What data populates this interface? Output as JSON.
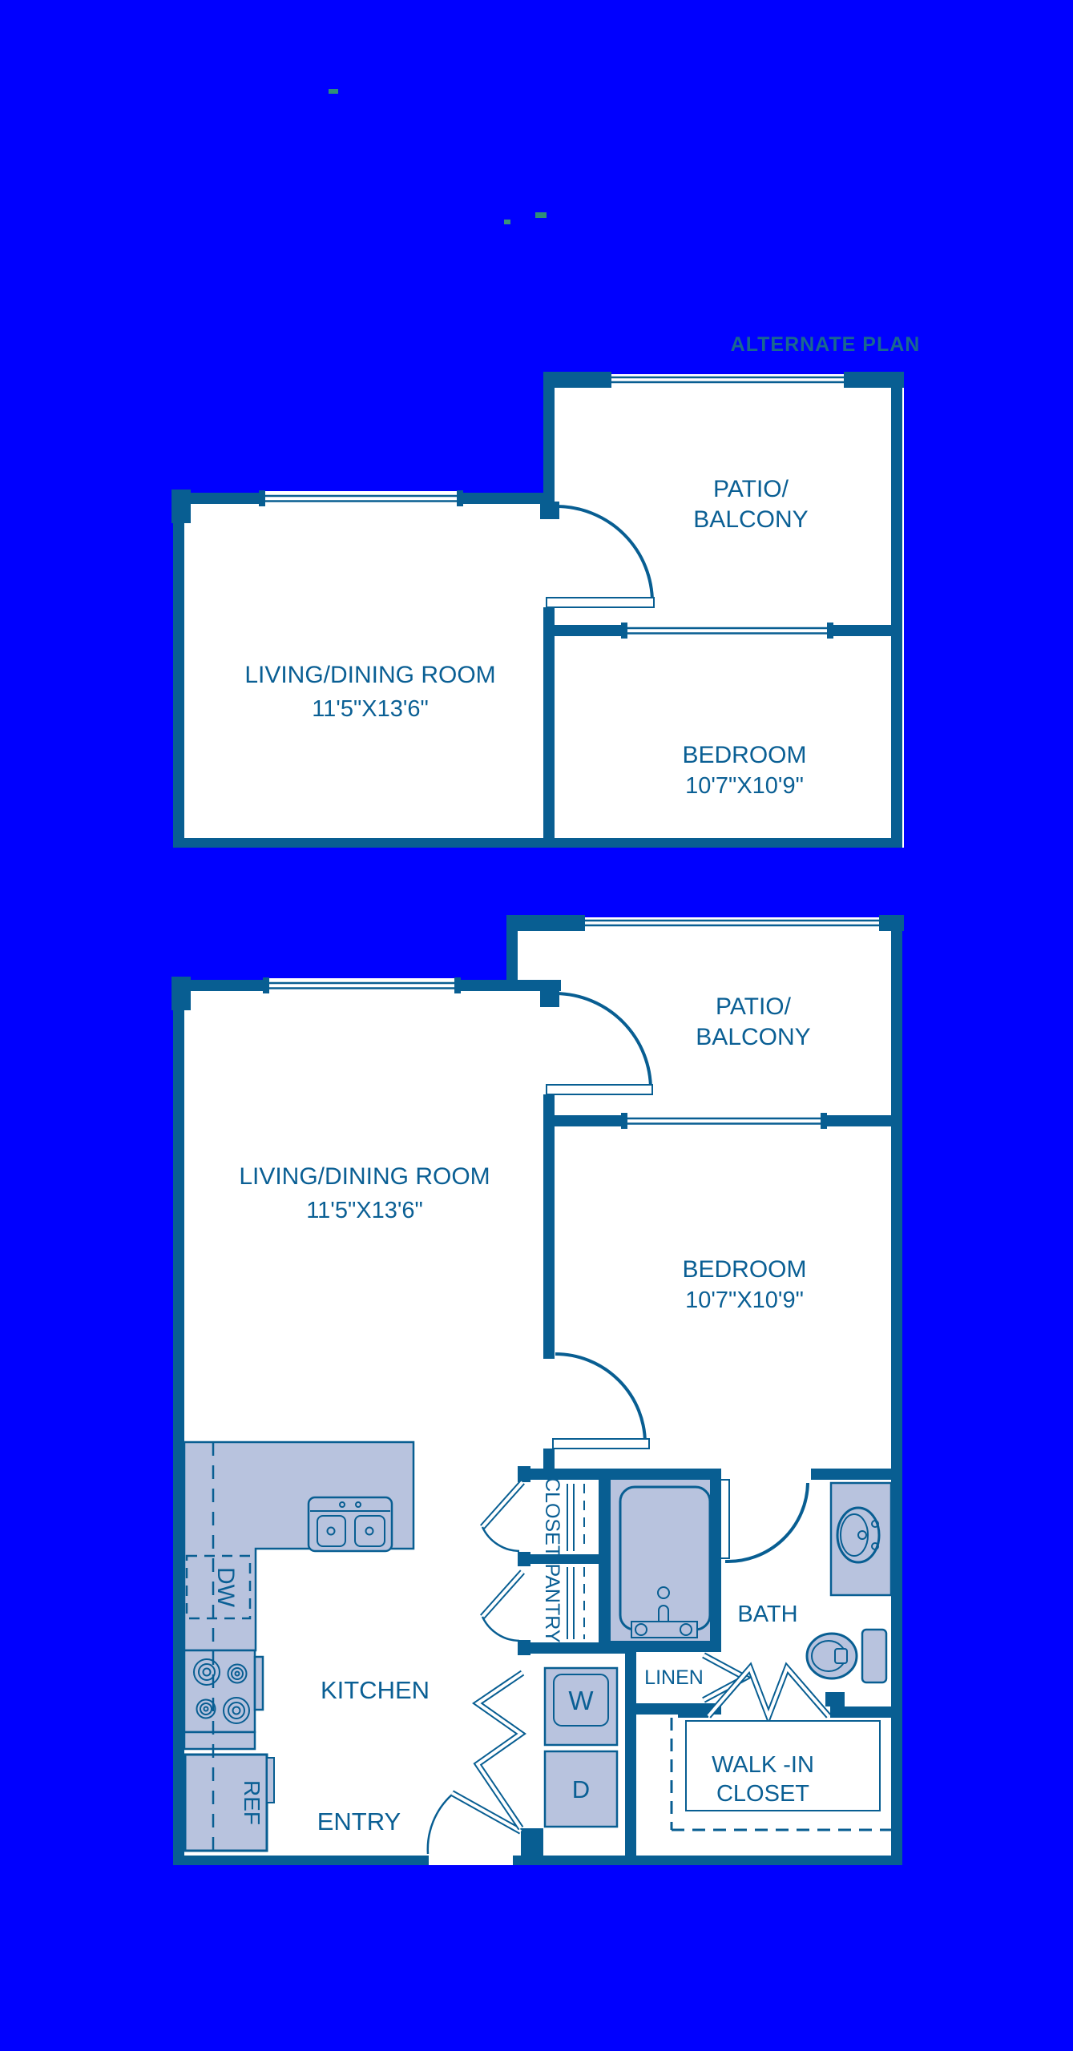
{
  "colors": {
    "background": "#0000ff",
    "wall": "#085e92",
    "fixture_fill": "#b8c3de",
    "room_fill": "#ffffff",
    "title_text": "#19688f"
  },
  "title": {
    "alternate_plan_label": "ALTERNATE PLAN"
  },
  "alternate_plan": {
    "patio_line1": "PATIO/",
    "patio_line2": "BALCONY",
    "living_name": "LIVING/DINING ROOM",
    "living_dims": "11'5\"X13'6\"",
    "bedroom_name": "BEDROOM",
    "bedroom_dims": "10'7\"X10'9\""
  },
  "main_plan": {
    "patio_line1": "PATIO/",
    "patio_line2": "BALCONY",
    "living_name": "LIVING/DINING ROOM",
    "living_dims": "11'5\"X13'6\"",
    "bedroom_name": "BEDROOM",
    "bedroom_dims": "10'7\"X10'9\"",
    "kitchen": "KITCHEN",
    "entry": "ENTRY",
    "bath": "BATH",
    "linen": "LINEN",
    "closet": "CLOSET",
    "pantry": "PANTRY",
    "walk_in_line1": "WALK -IN",
    "walk_in_line2": "CLOSET",
    "dishwasher": "DW",
    "refrigerator": "REF",
    "washer": "W",
    "dryer": "D"
  }
}
